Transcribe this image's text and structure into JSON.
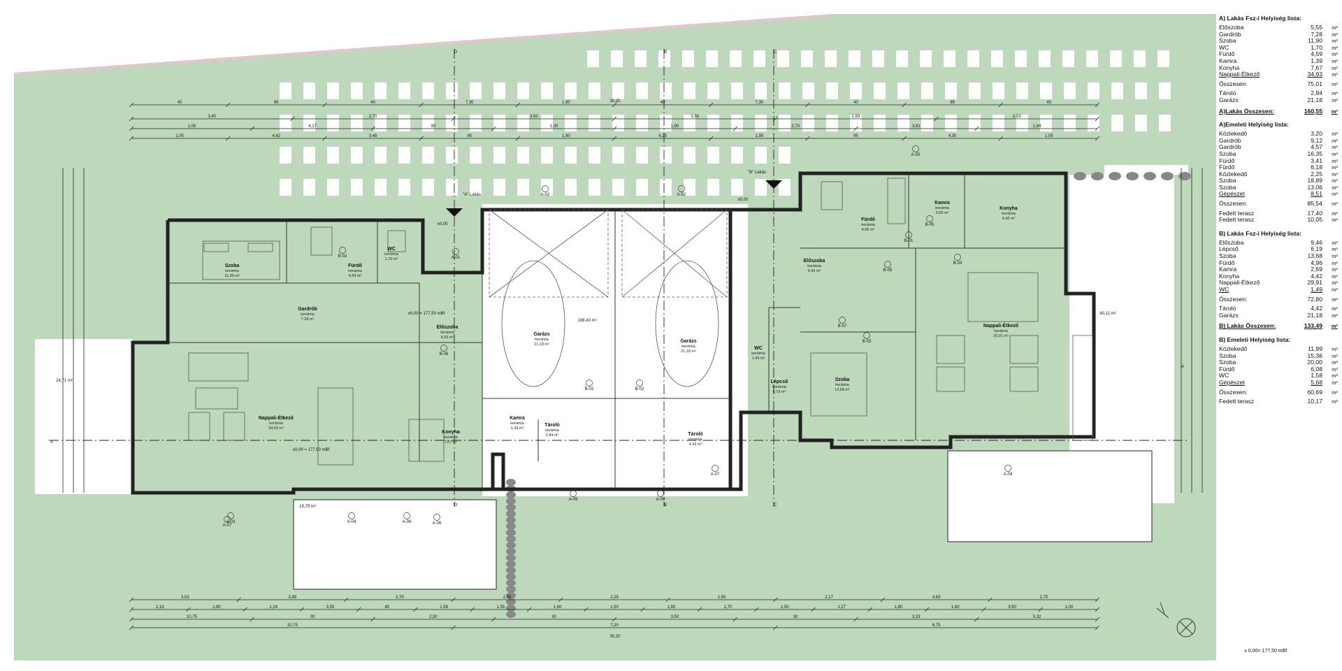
{
  "colors": {
    "lawn": "#bed8bb",
    "paving": "#ffffff",
    "wall": "#222222",
    "line": "#333333"
  },
  "icons": {
    "compass": "north-arrow-icon",
    "section": "section-marker-icon"
  },
  "schedule": {
    "a_ground": {
      "title": "A) Lakás Fsz-i Helyiség lista:",
      "rooms": [
        {
          "name": "Előszoba",
          "area": "5,55",
          "unit": "m²"
        },
        {
          "name": "Gardrób",
          "area": "7,28",
          "unit": "m²"
        },
        {
          "name": "Szoba",
          "area": "11,90",
          "unit": "m²"
        },
        {
          "name": "WC",
          "area": "1,70",
          "unit": "m²"
        },
        {
          "name": "Fürdő",
          "area": "4,59",
          "unit": "m²"
        },
        {
          "name": "Kamra",
          "area": "1,39",
          "unit": "m²"
        },
        {
          "name": "Konyha",
          "area": "7,67",
          "unit": "m²"
        },
        {
          "name": "Nappali-Étkező",
          "area": "34,93",
          "unit": "m²"
        }
      ],
      "total": {
        "name": "Összesen:",
        "area": "75,01",
        "unit": "m²"
      },
      "extra": [
        {
          "name": "Tároló",
          "area": "2,84",
          "unit": "m²"
        },
        {
          "name": "Garázs",
          "area": "21,18",
          "unit": "m²"
        }
      ],
      "grand": {
        "name": "A)Lakás Összesen:",
        "area": "160,55",
        "unit": "m²"
      }
    },
    "a_upper": {
      "title": "A)Emeleti Helyiség lista:",
      "rooms": [
        {
          "name": "Közlekedő",
          "area": "3,20",
          "unit": "m²"
        },
        {
          "name": "Gardrób",
          "area": "9,12",
          "unit": "m²"
        },
        {
          "name": "Gardrób",
          "area": "4,57",
          "unit": "m²"
        },
        {
          "name": "Szoba",
          "area": "16,35",
          "unit": "m²"
        },
        {
          "name": "Fürdő",
          "area": "3,41",
          "unit": "m²"
        },
        {
          "name": "Fürdő",
          "area": "6,18",
          "unit": "m²"
        },
        {
          "name": "Közlekedő",
          "area": "2,25",
          "unit": "m²"
        },
        {
          "name": "Szoba",
          "area": "18,89",
          "unit": "m²"
        },
        {
          "name": "Szoba",
          "area": "13,06",
          "unit": "m²"
        },
        {
          "name": "Gépészet",
          "area": "8,51",
          "unit": "m²"
        }
      ],
      "total": {
        "name": "Összesen:",
        "area": "85,54",
        "unit": "m²"
      },
      "extra": [
        {
          "name": "Fedett terasz",
          "area": "17,40",
          "unit": "m²"
        },
        {
          "name": "Fedett terasz",
          "area": "10,05",
          "unit": "m²"
        }
      ]
    },
    "b_ground": {
      "title": "B) Lakás Fsz-i Helyiség lista:",
      "rooms": [
        {
          "name": "Előszoba",
          "area": "9,46",
          "unit": "m²"
        },
        {
          "name": "Lépcső",
          "area": "6,19",
          "unit": "m²"
        },
        {
          "name": "Szoba",
          "area": "13,68",
          "unit": "m²"
        },
        {
          "name": "Fürdő",
          "area": "4,96",
          "unit": "m²"
        },
        {
          "name": "Kamra",
          "area": "2,69",
          "unit": "m²"
        },
        {
          "name": "Konyha",
          "area": "4,42",
          "unit": "m²"
        },
        {
          "name": "Nappali-Étkező",
          "area": "29,91",
          "unit": "m²"
        },
        {
          "name": "WC",
          "area": "1,49",
          "unit": "m²"
        }
      ],
      "total": {
        "name": "Összesen:",
        "area": "72,80",
        "unit": "m²"
      },
      "extra": [
        {
          "name": "Tároló",
          "area": "4,42",
          "unit": "m²"
        },
        {
          "name": "Garázs",
          "area": "21,18",
          "unit": "m²"
        }
      ],
      "grand": {
        "name": "B) Lakás Összesen:",
        "area": "133,49",
        "unit": "m²"
      }
    },
    "b_upper": {
      "title": "B) Emeleti Helyiség lista:",
      "rooms": [
        {
          "name": "Közlekedő",
          "area": "11,99",
          "unit": "m²"
        },
        {
          "name": "Szoba",
          "area": "15,36",
          "unit": "m²"
        },
        {
          "name": "Szoba",
          "area": "20,00",
          "unit": "m²"
        },
        {
          "name": "Fürdő",
          "area": "6,08",
          "unit": "m²"
        },
        {
          "name": "WC",
          "area": "1,58",
          "unit": "m²"
        },
        {
          "name": "Gépészet",
          "area": "5,68",
          "unit": "m²"
        }
      ],
      "total": {
        "name": "Összesen:",
        "area": "60,69",
        "unit": "m²"
      },
      "extra": [
        {
          "name": "Fedett terasz",
          "area": "10,17",
          "unit": "m²"
        }
      ]
    }
  },
  "plan": {
    "unit_a_label": "\"A\" Lakás",
    "unit_b_label": "\"B\" Lakás",
    "level_a": "±0,00 = 177,50 mBf",
    "level_a2": "±0,00 = 177,50 mBf",
    "level_mid": "±0,00",
    "level_b": "±0,00",
    "area_garden_left": "14,71 m²",
    "area_terrace_left": "19,75 m²",
    "area_drive": "198,43 m²",
    "area_right": "40,11 m²",
    "elevation_note": "± 0,00= 177,50 mBf",
    "rooms": [
      {
        "name": "Szoba",
        "sub": "kerámia",
        "area": "11,90 m²"
      },
      {
        "name": "Fürdő",
        "sub": "kerámia",
        "area": "4,59 m²"
      },
      {
        "name": "WC",
        "sub": "kerámia",
        "area": "1,70 m²"
      },
      {
        "name": "Gardrób",
        "sub": "kerámia",
        "area": "7,28 m²"
      },
      {
        "name": "Előszoba",
        "sub": "kerámia",
        "area": "5,55 m²"
      },
      {
        "name": "Nappali-Étkező",
        "sub": "kerámia",
        "area": "34,93 m²"
      },
      {
        "name": "Konyha",
        "sub": "kerámia",
        "area": "7,67 m²"
      },
      {
        "name": "Kamra",
        "sub": "kerámia",
        "area": "1,39 m²"
      },
      {
        "name": "Tároló",
        "sub": "kerámia",
        "area": "2,84 m²"
      },
      {
        "name": "Garázs",
        "sub": "kerámia",
        "area": "21,18 m²"
      },
      {
        "name": "Garázs",
        "sub": "kerámia",
        "area": "21,18 m²"
      },
      {
        "name": "Tároló",
        "sub": "kerámia",
        "area": "4,42 m²"
      },
      {
        "name": "WC",
        "sub": "kerámia",
        "area": "1,49 m²"
      },
      {
        "name": "Lépcső",
        "sub": "kerámia",
        "area": "6,19 m²"
      },
      {
        "name": "Előszoba",
        "sub": "kerámia",
        "area": "9,46 m²"
      },
      {
        "name": "Szoba",
        "sub": "kerámia",
        "area": "13,68 m²"
      },
      {
        "name": "Fürdő",
        "sub": "kerámia",
        "area": "4,96 m²"
      },
      {
        "name": "Kamra",
        "sub": "kerámia",
        "area": "2,69 m²"
      },
      {
        "name": "Konyha",
        "sub": "kerámia",
        "area": "4,42 m²"
      },
      {
        "name": "Nappali-Étkező",
        "sub": "kerámia",
        "area": "29,91 m²"
      }
    ],
    "grid": {
      "top": [
        "D",
        "B",
        "C"
      ],
      "bottom": [
        "D",
        "B",
        "C"
      ],
      "left": "A",
      "right": "A"
    },
    "tags": [
      "A-01",
      "A-02",
      "A-02",
      "A-03",
      "A-04",
      "A-04",
      "A-05",
      "A-06",
      "A-07",
      "A-07",
      "A-08",
      "A-09",
      "A-09",
      "B-01",
      "B-02",
      "B-02",
      "B-02",
      "B-03",
      "B-04",
      "B-05",
      "B-05",
      "B-06",
      "B-07"
    ],
    "top_dims": {
      "row1": [
        "40",
        "65",
        "40",
        "7,30",
        "1,90",
        "40",
        "7,30",
        "40",
        "65",
        "40"
      ],
      "row2": [
        "3,40",
        "2,70",
        "3,50",
        "3,50",
        "2,83",
        "2,53"
      ],
      "row3": [
        "1,05",
        "4,17",
        "90",
        "1,00",
        "1,90",
        "2,70",
        "3,81",
        "1,84"
      ],
      "row4": [
        "1,05",
        "4,62",
        "3,48",
        "95",
        "1,90",
        "4,25",
        "1,95",
        "95",
        "4,30",
        "1,05"
      ],
      "total": "30,20"
    },
    "bottom_dims": {
      "row1": [
        "3,03",
        "3,89",
        "2,70",
        "2,35",
        "2,25",
        "1,50",
        "2,17",
        "4,63",
        "2,75"
      ],
      "row2": [
        "2,13",
        "1,80",
        "1,24",
        "3,50",
        "80",
        "1,58",
        "1,55",
        "1,60",
        "1,50",
        "1,80",
        "1,70",
        "1,50",
        "1,27",
        "1,80",
        "1,60",
        "3,50",
        "1,00"
      ],
      "row3": [
        "10,75",
        "30",
        "2,30",
        "30",
        "3,50",
        "30",
        "3,33",
        "5,32"
      ],
      "row4": [
        "10,75",
        "7,20",
        "6,75"
      ],
      "total": "30,20"
    }
  }
}
